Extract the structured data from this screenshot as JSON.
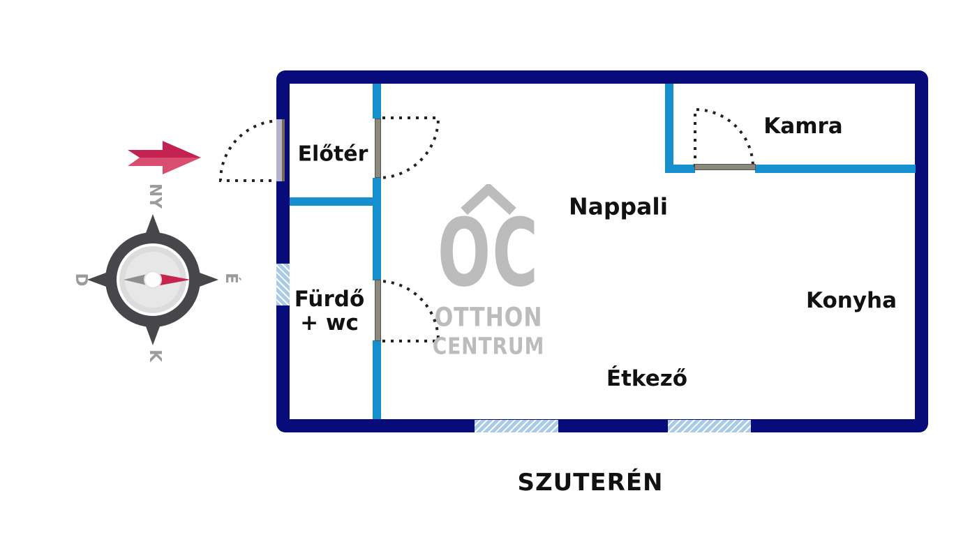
{
  "title": "SZUTERÉN",
  "rooms": {
    "eloter": "Előtér",
    "kamra": "Kamra",
    "nappali": "Nappali",
    "furdo_line1": "Fürdő",
    "furdo_line2": "+ wc",
    "konyha": "Konyha",
    "etkezo": "Étkező"
  },
  "compass": {
    "top": "NY",
    "right": "É",
    "bottom": "K",
    "left": "D"
  },
  "logo": {
    "mark": "OC",
    "line1": "OTTHON",
    "line2": "CENTRUM"
  },
  "colors": {
    "navy": "#070c7a",
    "cyan": "#168fce",
    "window-fill": "#a9cbe7",
    "arc": "#26211a",
    "leaf": "#8b887e",
    "entrance-leaf": "#b5b3cb",
    "entrance-edge": "#77685a",
    "label": "#111111",
    "logo-gray": "#bcbcbc",
    "compass-dark": "#46464b",
    "compass-letter": "#9b9b9b",
    "needle-red": "#c6234e",
    "needle-gray": "#8e8e8e",
    "arrow-top": "#c32150",
    "arrow-bottom": "#d94e70"
  }
}
